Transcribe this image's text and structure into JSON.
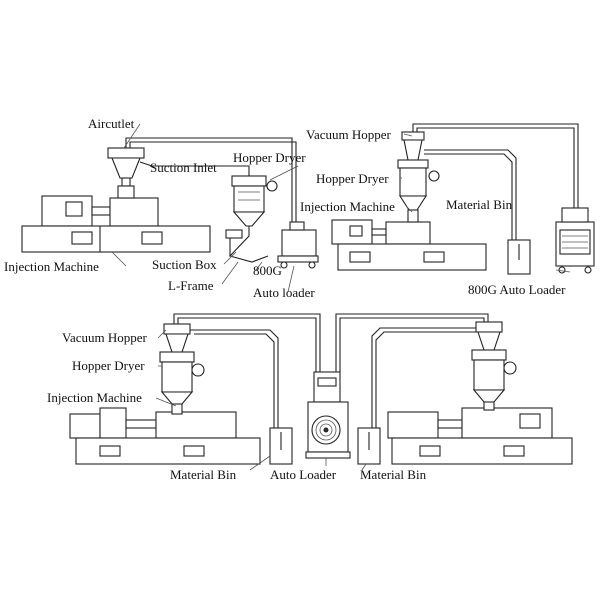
{
  "scene_top": {
    "aircutlet": "Aircutlet",
    "suction_inlet": "Suction Inlet",
    "hopper_dryer": "Hopper Dryer",
    "injection_machine": "Injection Machine",
    "suction_box": "Suction Box",
    "model_800g": "800G",
    "l_frame": "L-Frame",
    "auto_loader": "Auto loader"
  },
  "scene_right": {
    "vacuum_hopper": "Vacuum Hopper",
    "hopper_dryer": "Hopper Dryer",
    "injection_machine": "Injection Machine",
    "material_bin": "Material Bin",
    "auto_loader_800g": "800G Auto Loader"
  },
  "scene_bottom": {
    "vacuum_hopper": "Vacuum Hopper",
    "hopper_dryer": "Hopper Dryer",
    "injection_machine": "Injection Machine",
    "material_bin_left": "Material Bin",
    "auto_loader": "Auto Loader",
    "material_bin_right": "Material Bin"
  }
}
